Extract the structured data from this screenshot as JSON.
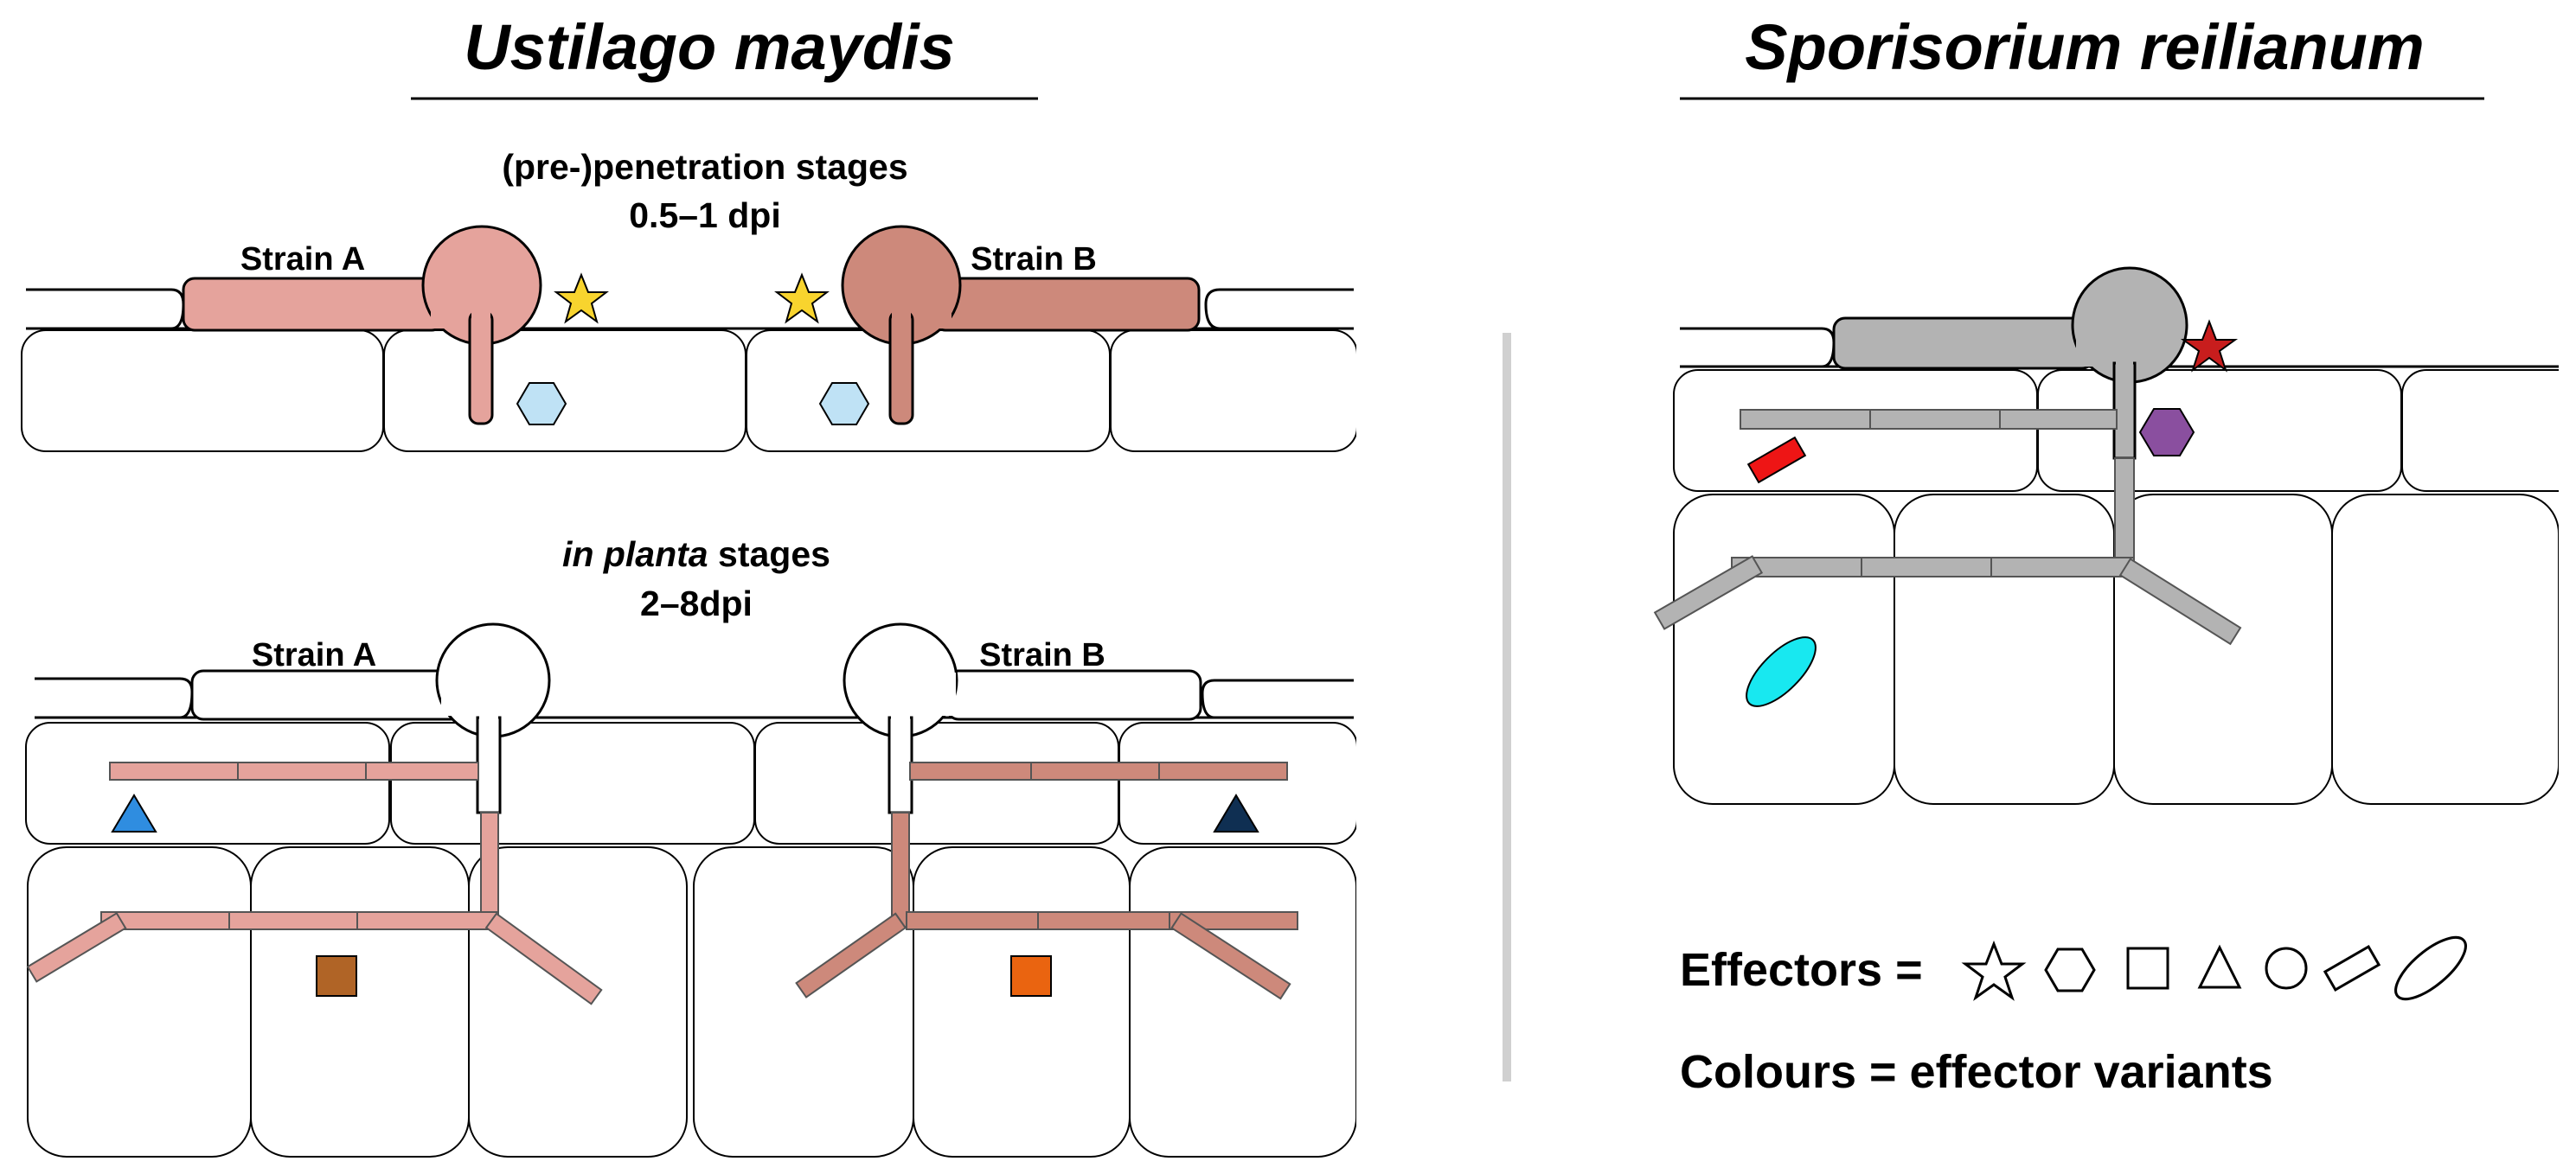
{
  "titles": {
    "left": "Ustilago maydis",
    "right": "Sporisorium reilianum"
  },
  "stages": {
    "pre_penetration": {
      "line1": "(pre-)penetration stages",
      "line2": "0.5–1 dpi"
    },
    "in_planta": {
      "italic": "in planta",
      "rest": " stages",
      "line2": "2–8dpi"
    }
  },
  "strains": {
    "a_top": "Strain A",
    "b_top": "Strain B",
    "a_bottom": "Strain A",
    "b_bottom": "Strain B"
  },
  "legend": {
    "effectors_label": "Effectors =",
    "colours_label": "Colours = effector variants",
    "effector_shapes": [
      "star-icon",
      "hexagon-icon",
      "square-icon",
      "triangle-icon",
      "circle-icon",
      "rectangle-icon",
      "ellipse-icon"
    ]
  },
  "colors": {
    "strain_a": "#e5a39c",
    "strain_b": "#cd897b",
    "s_reilianum": "#b3b3b3",
    "star_yellow": "#f8d42e",
    "hexagon_light_blue": "#bfe2f5",
    "triangle_blue": "#2f8de0",
    "triangle_navy": "#0f2f52",
    "square_brown": "#b06426",
    "square_orange": "#ea6410",
    "star_red": "#c81d1d",
    "hexagon_purple": "#8a4f9f",
    "rectangle_red": "#ee1515",
    "ellipse_cyan": "#18e8f0",
    "divider": "#d0d0d0"
  }
}
